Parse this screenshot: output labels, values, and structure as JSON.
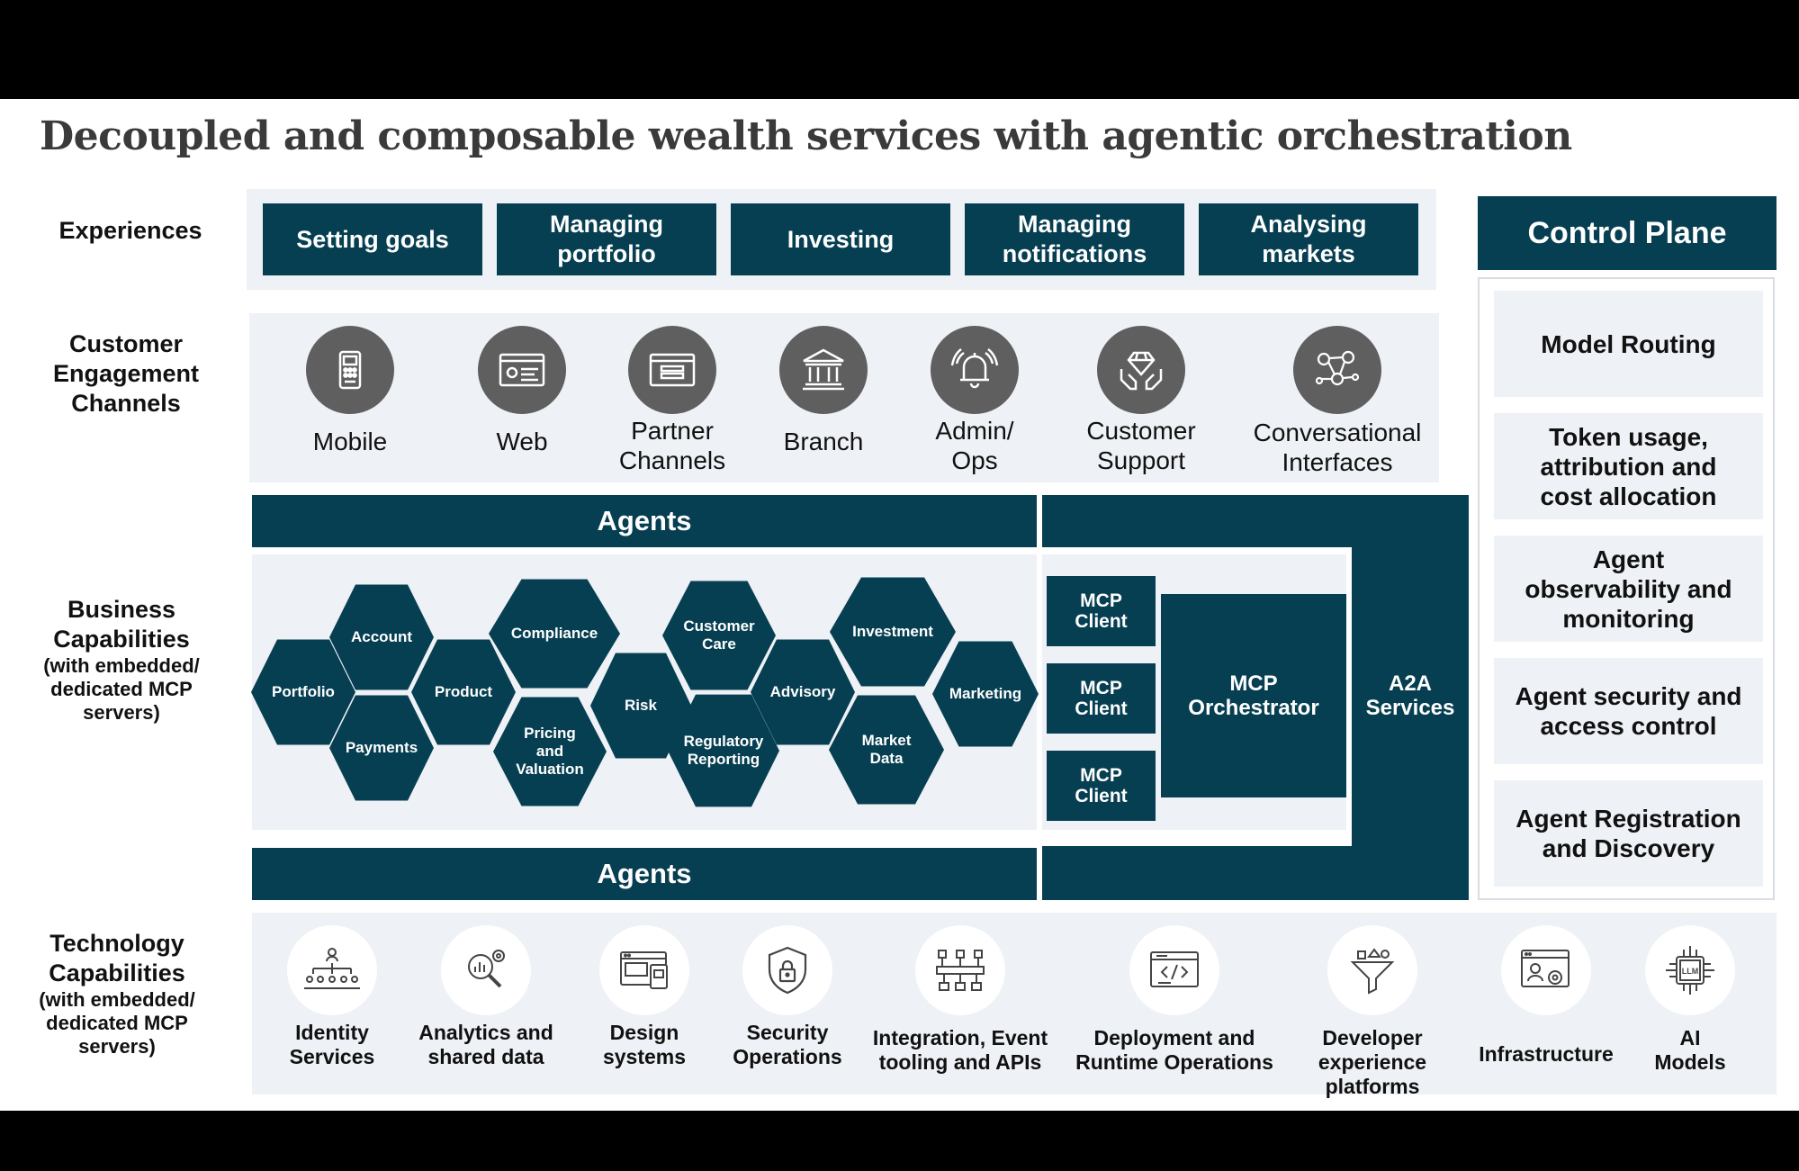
{
  "title": "Decoupled and composable wealth services with agentic orchestration",
  "row_labels": {
    "experiences": "Experiences",
    "channels": "Customer\nEngagement\nChannels",
    "business_main": "Business\nCapabilities",
    "business_sub": "(with embedded/\ndedicated MCP\nservers)",
    "tech_main": "Technology\nCapabilities",
    "tech_sub": "(with embedded/\ndedicated MCP\nservers)"
  },
  "experiences": [
    "Setting goals",
    "Managing\nportfolio",
    "Investing",
    "Managing\nnotifications",
    "Analysing\nmarkets"
  ],
  "channels": [
    {
      "label": "Mobile",
      "icon": "mobile-icon"
    },
    {
      "label": "Web",
      "icon": "web-icon"
    },
    {
      "label": "Partner\nChannels",
      "icon": "partner-channels-icon"
    },
    {
      "label": "Branch",
      "icon": "bank-icon"
    },
    {
      "label": "Admin/\nOps",
      "icon": "bell-icon"
    },
    {
      "label": "Customer\nSupport",
      "icon": "diamond-hands-icon"
    },
    {
      "label": "Conversational\nInterfaces",
      "icon": "network-people-icon"
    }
  ],
  "agents_top": "Agents",
  "agents_bottom": "Agents",
  "business_capabilities": {
    "portfolio": "Portfolio",
    "account": "Account",
    "payments": "Payments",
    "product": "Product",
    "compliance": "Compliance",
    "pricing": "Pricing\nand\nValuation",
    "risk": "Risk",
    "customer_care": "Customer\nCare",
    "regulatory": "Regulatory\nReporting",
    "advisory": "Advisory",
    "investment": "Investment",
    "market_data": "Market\nData",
    "marketing": "Marketing"
  },
  "mcp": {
    "client": "MCP\nClient",
    "orchestrator": "MCP\nOrchestrator",
    "a2a": "A2A\nServices"
  },
  "control_plane": {
    "title": "Control Plane",
    "items": [
      "Model Routing",
      "Token usage,\nattribution and\ncost allocation",
      "Agent\nobservability and\nmonitoring",
      "Agent security and\naccess control",
      "Agent Registration\nand Discovery"
    ]
  },
  "technology": [
    {
      "label": "Identity\nServices",
      "icon": "identity-hierarchy-icon"
    },
    {
      "label": "Analytics and\nshared data",
      "icon": "analytics-search-icon"
    },
    {
      "label": "Design\nsystems",
      "icon": "design-window-icon"
    },
    {
      "label": "Security\nOperations",
      "icon": "shield-lock-icon"
    },
    {
      "label": "Integration, Event\ntooling  and APIs",
      "icon": "integration-icon"
    },
    {
      "label": "Deployment and\nRuntime Operations",
      "icon": "code-window-icon"
    },
    {
      "label": "Developer\nexperience\nplatforms",
      "icon": "funnel-icon"
    },
    {
      "label": "Infrastructure",
      "icon": "infrastructure-gear-icon"
    },
    {
      "label": "AI\nModels",
      "icon": "llm-chip-icon"
    }
  ]
}
